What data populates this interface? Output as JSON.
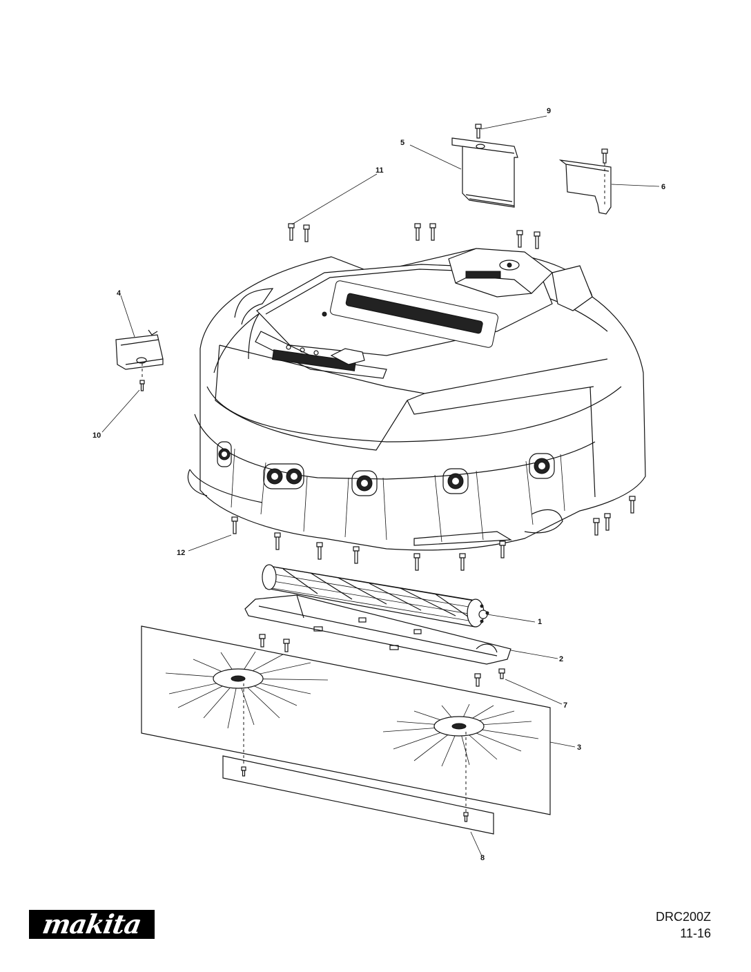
{
  "callouts": [
    "1",
    "2",
    "3",
    "4",
    "5",
    "6",
    "7",
    "8",
    "9",
    "10",
    "11",
    "12"
  ],
  "brand": {
    "logo_text": "makita",
    "registered": "®"
  },
  "footer": {
    "model": "DRC200Z",
    "date": "11-16"
  }
}
